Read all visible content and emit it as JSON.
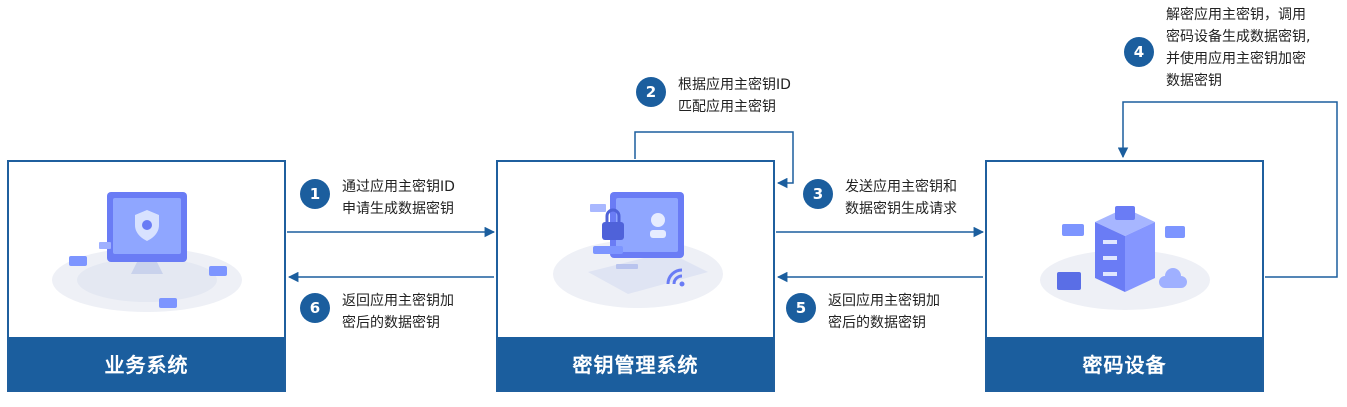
{
  "boxes": {
    "business": "业务系统",
    "kms": "密钥管理系统",
    "hsm": "密码设备"
  },
  "steps": [
    {
      "num": "1",
      "lines": [
        "通过应用主密钥ID",
        "申请生成数据密钥"
      ]
    },
    {
      "num": "2",
      "lines": [
        "根据应用主密钥ID",
        "匹配应用主密钥"
      ]
    },
    {
      "num": "3",
      "lines": [
        "发送应用主密钥和",
        "数据密钥生成请求"
      ]
    },
    {
      "num": "4",
      "lines": [
        "解密应用主密钥，调用",
        "密码设备生成数据密钥,",
        "并使用应用主密钥加密",
        "数据密钥"
      ]
    },
    {
      "num": "5",
      "lines": [
        "返回应用主密钥加",
        "密后的数据密钥"
      ]
    },
    {
      "num": "6",
      "lines": [
        "返回应用主密钥加",
        "密后的数据密钥"
      ]
    }
  ],
  "colors": {
    "primary": "#1b5e9e",
    "accent": "#6a7cf5"
  }
}
